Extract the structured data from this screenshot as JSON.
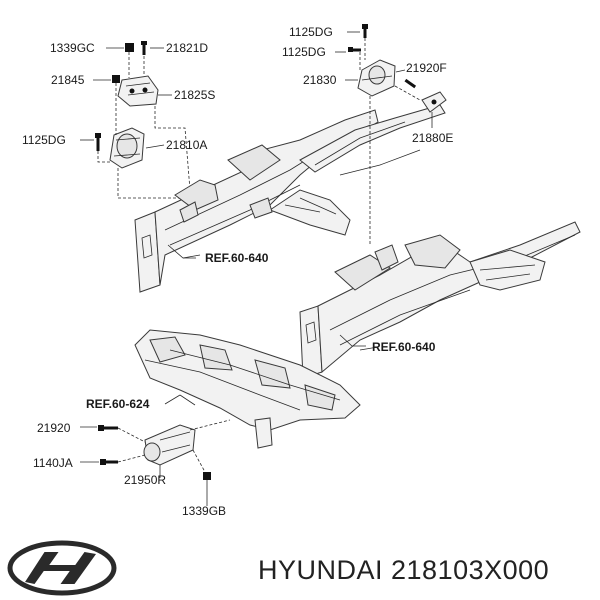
{
  "callouts": {
    "c1339GC_top": "1339GC",
    "c21821D": "21821D",
    "c21845": "21845",
    "c21825S": "21825S",
    "c1125DG_left": "1125DG",
    "c21810A": "21810A",
    "c1125DG_top1": "1125DG",
    "c1125DG_top2": "1125DG",
    "c21830": "21830",
    "c21920F": "21920F",
    "c21880E": "21880E",
    "c21920": "21920",
    "c1140JA": "1140JA",
    "c21950R": "21950R",
    "c1339GB": "1339GB"
  },
  "references": {
    "ref_left": "REF.60-640",
    "ref_right": "REF.60-640",
    "ref_subframe": "REF.60-624"
  },
  "footer": {
    "caption": "HYUNDAI 218103X000"
  },
  "colors": {
    "ink": "#1a1a1a",
    "part_fill": "#f2f2f2",
    "background": "#ffffff"
  }
}
